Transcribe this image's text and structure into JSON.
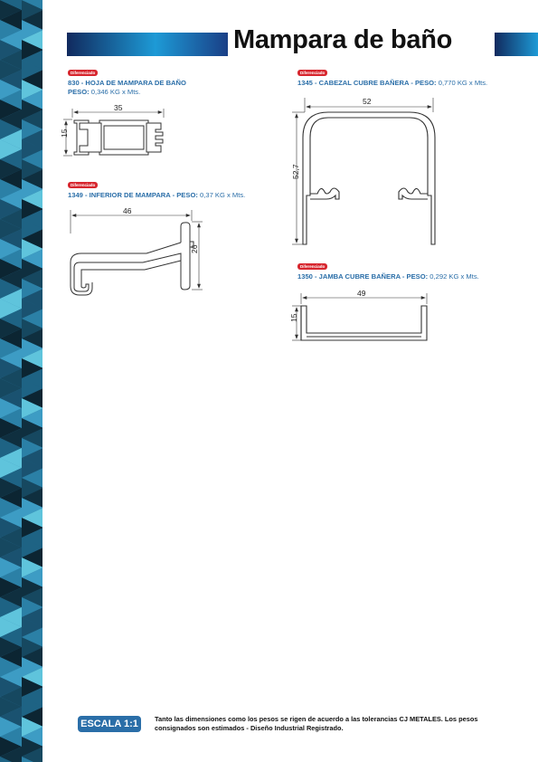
{
  "page": {
    "title": "Mampara de baño"
  },
  "badge_label": "Diferenciado",
  "profiles": [
    {
      "code": "830 - HOJA DE MAMPARA DE BAÑO",
      "weight_label": "PESO:",
      "weight": "0,346 KG x Mts.",
      "dims": [
        "35",
        "15"
      ]
    },
    {
      "code": "1349 - INFERIOR DE MAMPARA - PESO:",
      "weight": "0,37 KG x Mts.",
      "dims": [
        "46",
        "26"
      ]
    },
    {
      "code": "1345 - CABEZAL CUBRE BAÑERA - PESO:",
      "weight": "0,770 KG x Mts.",
      "dims": [
        "52",
        "52,7"
      ]
    },
    {
      "code": "1350 - JAMBA CUBRE BAÑERA - PESO:",
      "weight": "0,292 KG x Mts.",
      "dims": [
        "49",
        "15"
      ]
    }
  ],
  "footer": {
    "scale": "ESCALA 1:1",
    "note": "Tanto las dimensiones como los pesos se rigen de acuerdo a las tolerancias CJ METALES. Los pesos consignados son estimados - Diseño Industrial Registrado."
  },
  "colors": {
    "accent": "#2a6ea8",
    "badge": "#d7262e",
    "band_dark": "#0f2f3f",
    "band_light": "#5fc4dc"
  }
}
